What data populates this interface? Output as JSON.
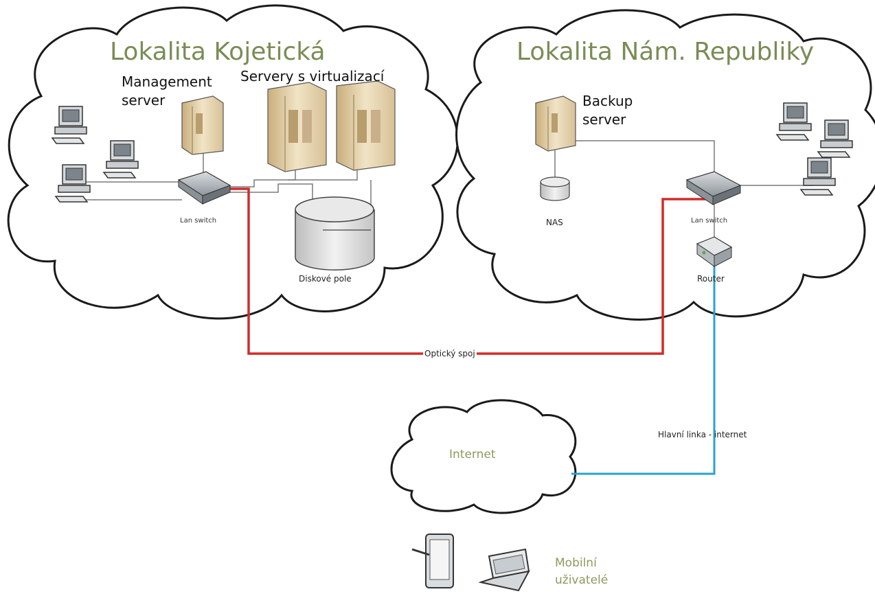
{
  "sites": {
    "left": {
      "title": "Lokalita Kojetická",
      "management_server": "Management server",
      "virtualization_servers": "Servery s virtualizací",
      "lan_switch": "Lan switch",
      "disk_array": "Diskové pole"
    },
    "right": {
      "title": "Lokalita Nám. Republiky",
      "backup_server": "Backup server",
      "nas": "NAS",
      "lan_switch": "Lan switch",
      "router": "Router"
    }
  },
  "links": {
    "optical": "Optický spoj",
    "main_internet": "Hlavní linka - internet"
  },
  "internet": {
    "label": "Internet"
  },
  "mobile_users": {
    "label": "Mobilní uživatelé"
  },
  "colors": {
    "optical_link": "#d42a2a",
    "internet_link": "#2aa3cc",
    "cloud_stroke": "#1a1a1a",
    "server_body": "#e8d7b4",
    "server_dark": "#b89d6e",
    "title_text": "#7a8c55"
  },
  "icons": [
    "workstation-icon",
    "server-icon",
    "switch-icon",
    "router-icon",
    "disk-array-icon",
    "nas-icon",
    "tablet-icon",
    "laptop-icon",
    "cloud-icon"
  ]
}
